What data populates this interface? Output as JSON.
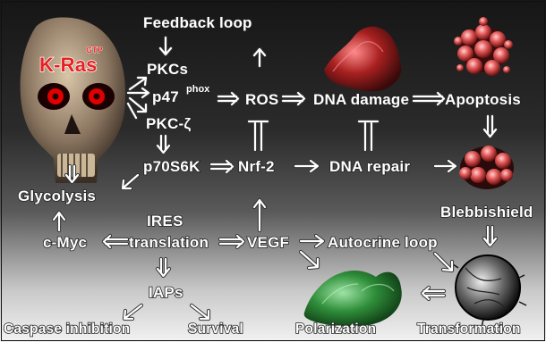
{
  "nodes": {
    "kras": "K-Ras",
    "gtp": "GTP",
    "feedback": "Feedback loop",
    "pkcs": "PKCs",
    "p47": "p47",
    "phox": "phox",
    "pkc_zeta": "PKC-ζ",
    "p70s6k": "p70S6K",
    "glycolysis": "Glycolysis",
    "cmyc": "c-Myc",
    "ires": "IRES",
    "translation": "translation",
    "iaps": "IAPs",
    "caspase": "Caspase inhibition",
    "survival": "Survival",
    "ros": "ROS",
    "nrf2": "Nrf-2",
    "vegf": "VEGF",
    "dna_damage": "DNA damage",
    "dna_repair": "DNA repair",
    "autocrine": "Autocrine loop",
    "polarization": "Polarization",
    "apoptosis": "Apoptosis",
    "blebbishield": "Blebbishield",
    "transformation": "Transformation"
  },
  "colors": {
    "kras": "#e82020",
    "cell_red": "#d9403f",
    "cell_green": "#2f8f3a",
    "text": "#ffffff",
    "outline": "#222222"
  },
  "images": [
    "skull-image",
    "damaged-cell-image",
    "apoptotic-cell-image",
    "blebbishield-image",
    "polarized-cell-image",
    "transformed-cell-image"
  ]
}
